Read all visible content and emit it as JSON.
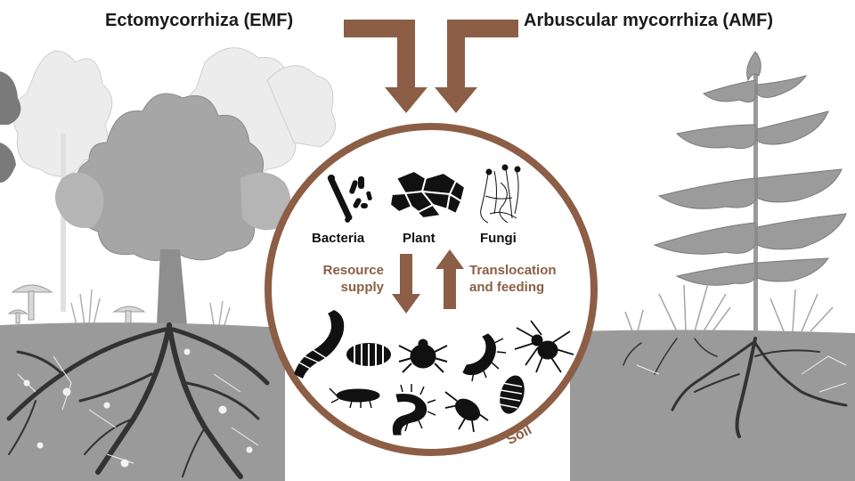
{
  "titles": {
    "emf": "Ectomycorrhiza (EMF)",
    "amf": "Arbuscular mycorrhiza (AMF)"
  },
  "circle": {
    "groups": [
      "Bacteria",
      "Plant",
      "Fungi"
    ],
    "flow_down_label": "Resource supply",
    "flow_down_line1": "Resource",
    "flow_down_line2": "supply",
    "flow_up_line1": "Translocation",
    "flow_up_line2": "and feeding",
    "soil_label": "Soil"
  },
  "colors": {
    "arrow_brown": "#8c5e45",
    "soil_gray": "#9a9a9a",
    "tree_gray": "#a6a6a6",
    "root_dark": "#333333"
  },
  "icons": [
    "bacteria-icon",
    "plant-cells-icon",
    "fungi-hyphae-icon",
    "earthworm-icon",
    "larva-icon",
    "mite-icon",
    "millipede-icon",
    "spider-icon",
    "springtail-icon",
    "centipede-icon",
    "pseudoscorpion-icon",
    "woodlouse-icon"
  ]
}
